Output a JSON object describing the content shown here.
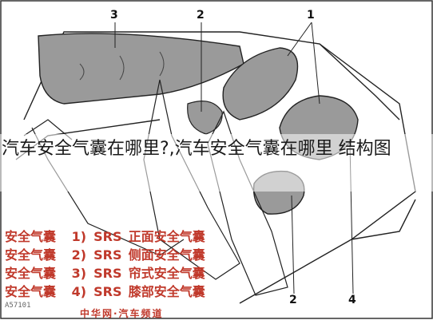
{
  "diagram": {
    "callouts": {
      "top_left": "3",
      "top_middle": "2",
      "top_right": "1",
      "bottom_left": "2",
      "bottom_right": "4"
    }
  },
  "caption": "汽车安全气囊在哪里?,汽车安全气囊在哪里 结构图",
  "legend": [
    {
      "desc": "安全气囊",
      "num": "1)",
      "tag": "SRS",
      "type": "正面安全气囊"
    },
    {
      "desc": "安全气囊",
      "num": "2)",
      "tag": "SRS",
      "type": "侧面安全气囊"
    },
    {
      "desc": "安全气囊",
      "num": "3)",
      "tag": "SRS",
      "type": "帘式安全气囊"
    },
    {
      "desc": "安全气囊",
      "num": "4)",
      "tag": "SRS",
      "type": "膝部安全气囊"
    }
  ],
  "watermark": {
    "code": "A57101",
    "site": "中华网·汽车频道"
  }
}
